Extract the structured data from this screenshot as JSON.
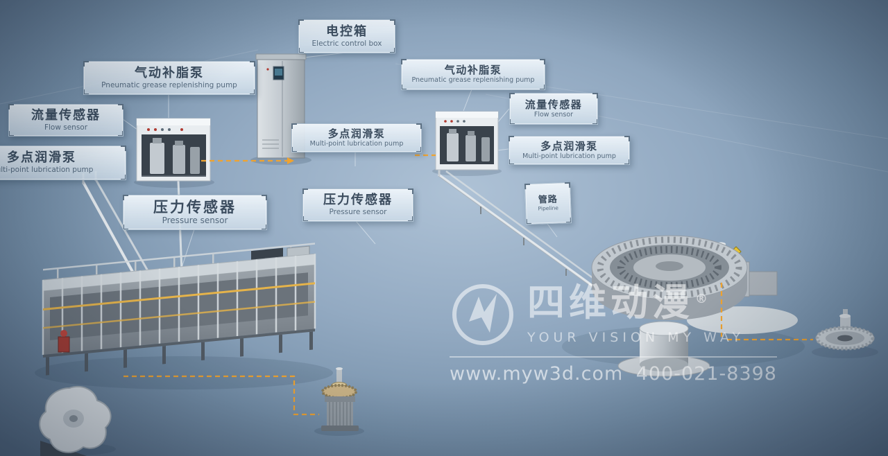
{
  "labels": [
    {
      "cn": "电控箱",
      "en": "Electric control box"
    },
    {
      "cn": "气动补脂泵",
      "en": "Pneumatic grease replenishing pump"
    },
    {
      "cn": "气动补脂泵",
      "en": "Pneumatic grease replenishing pump"
    },
    {
      "cn": "流量传感器",
      "en": "Flow sensor"
    },
    {
      "cn": "流量传感器",
      "en": "Flow sensor"
    },
    {
      "cn": "多点润滑泵",
      "en": "Multi-point lubrication pump"
    },
    {
      "cn": "多点润滑泵",
      "en": "Multi-point lubrication pump"
    },
    {
      "cn": "多点润滑泵",
      "en": "Multi-point lubrication pump"
    },
    {
      "cn": "压力传感器",
      "en": "Pressure sensor"
    },
    {
      "cn": "压力传感器",
      "en": "Pressure sensor"
    },
    {
      "cn": "管路",
      "en": "Pipeline"
    }
  ],
  "watermark": {
    "brand": "四维动漫",
    "registered": "®",
    "slogan": "YOUR VISION MY WAY",
    "website": "www.myw3d.com",
    "phone": "400-021-8398"
  },
  "colors": {
    "accent_orange": "#f0a32f",
    "label_text": "#3b4c5e",
    "background_mid": "#93aac2"
  }
}
